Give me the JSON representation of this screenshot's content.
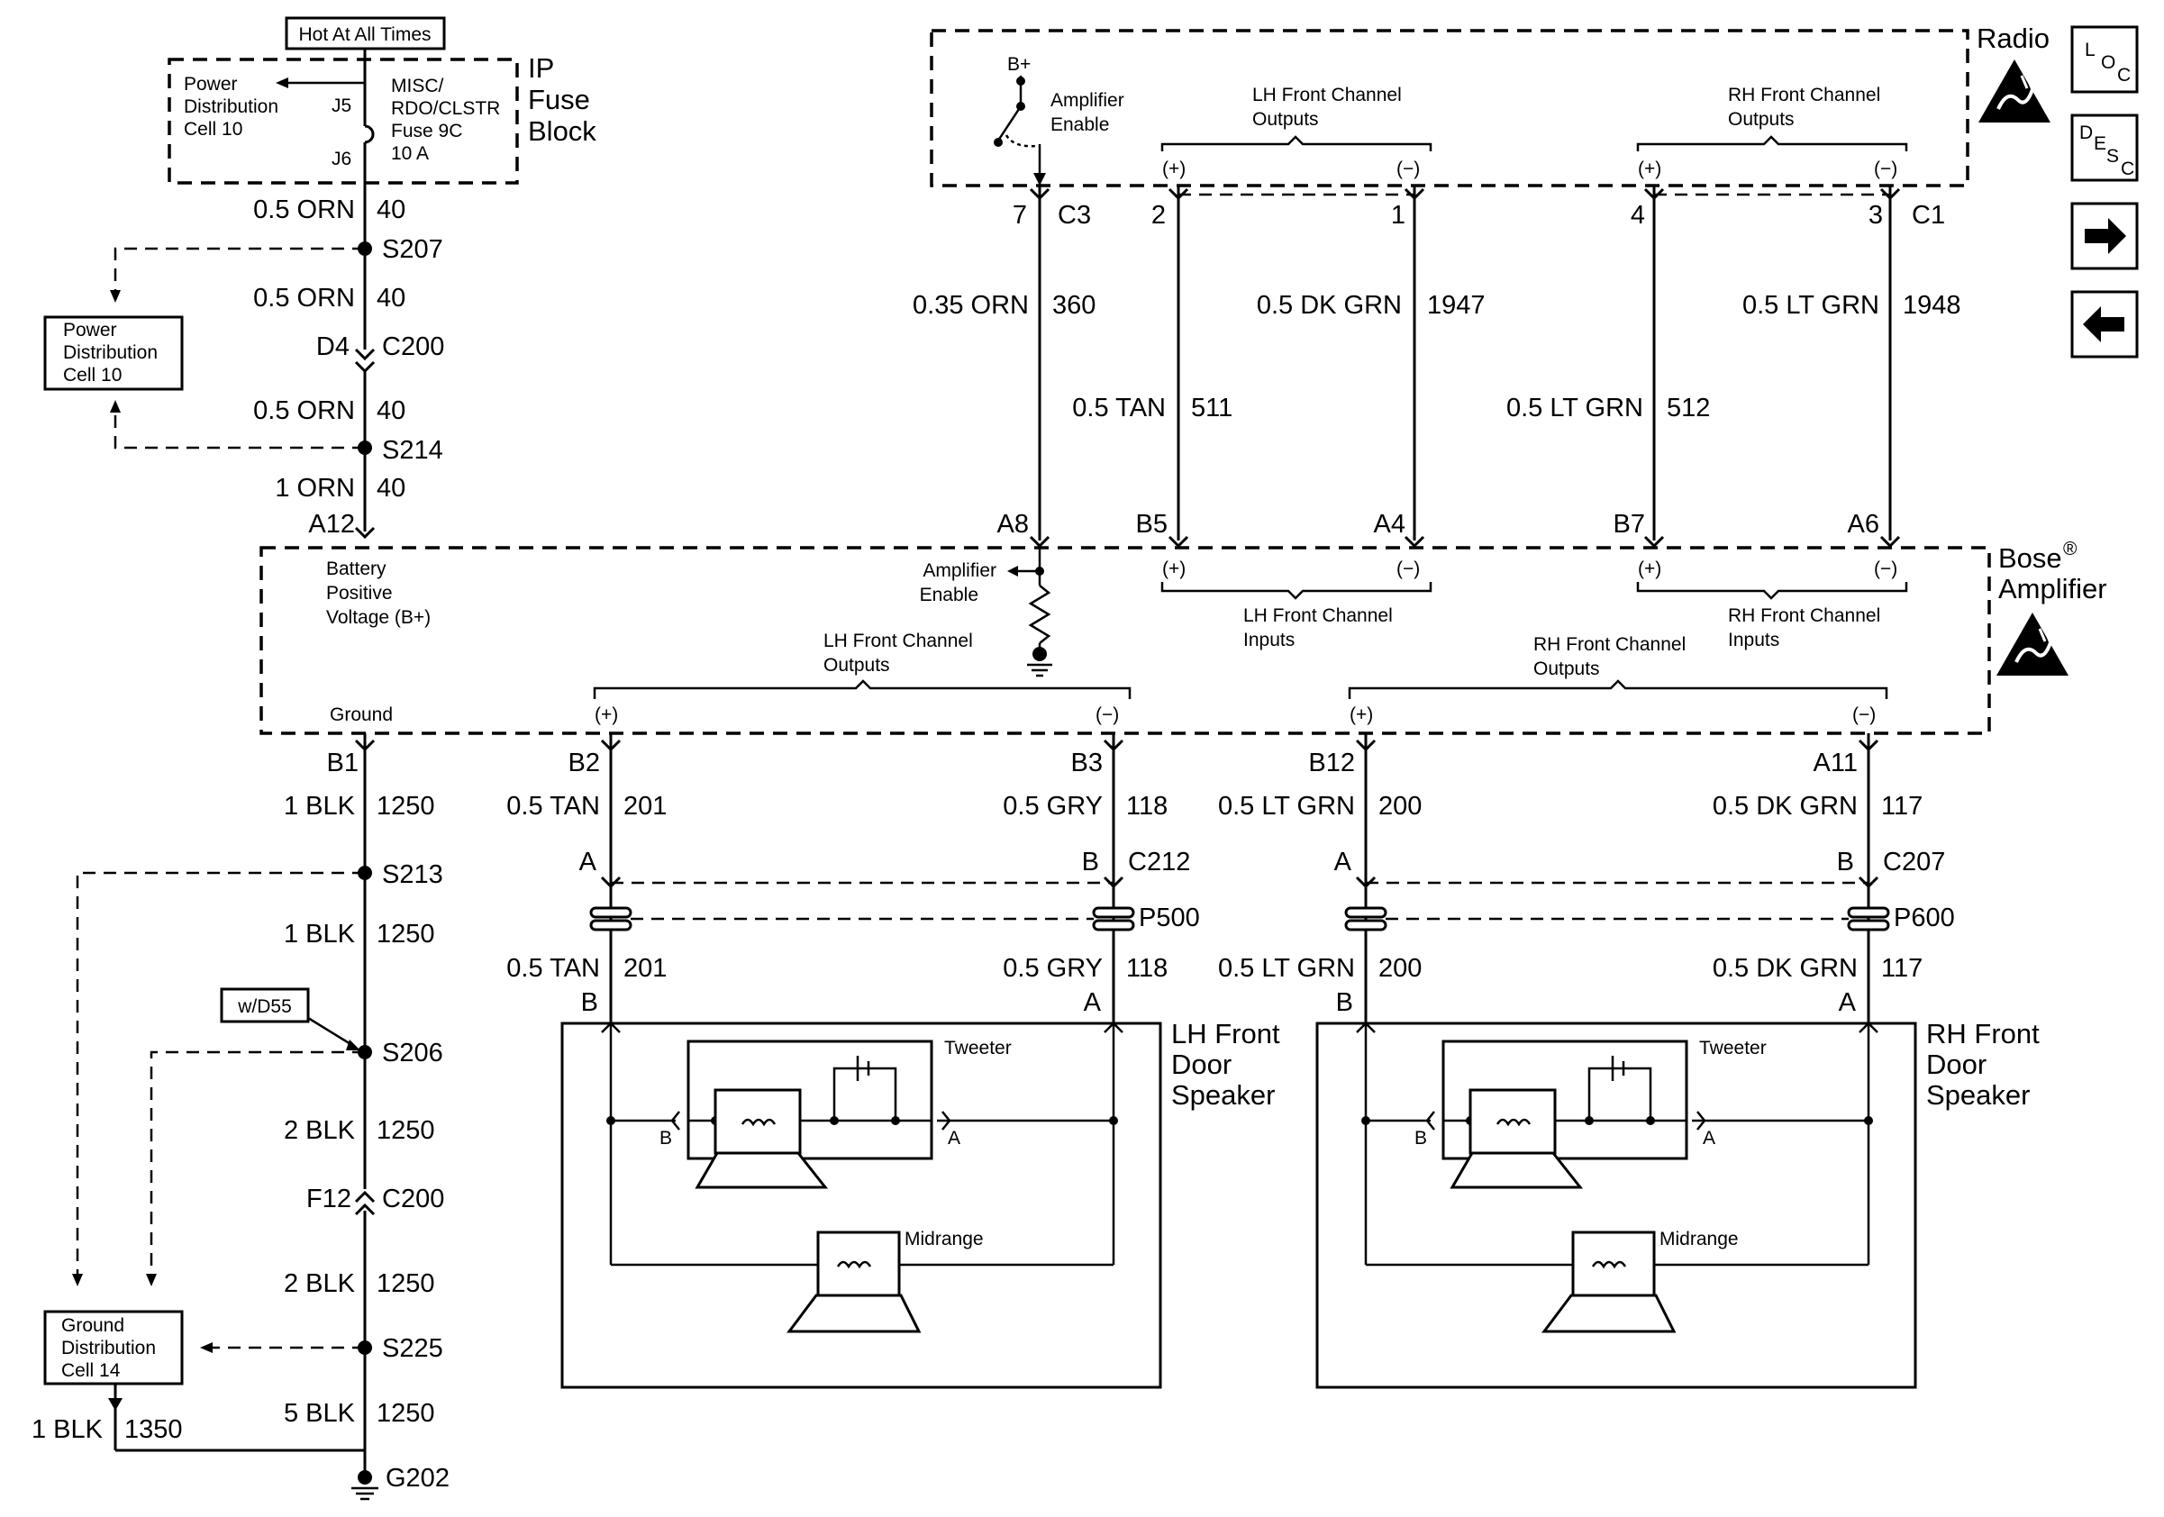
{
  "hot_label": "Hot At All Times",
  "fuse_block": {
    "title_lines": [
      "IP",
      "Fuse",
      "Block"
    ],
    "pdc_lines": [
      "Power",
      "Distribution",
      "Cell 10"
    ],
    "fuse_lines": [
      "MISC/",
      "RDO/CLSTR",
      "Fuse 9C",
      "10 A"
    ],
    "j5": "J5",
    "j6": "J6"
  },
  "left_wiring": {
    "w1": {
      "gauge": "0.5 ORN",
      "circuit": "40"
    },
    "s207": "S207",
    "w2": {
      "gauge": "0.5 ORN",
      "circuit": "40"
    },
    "d4": "D4",
    "c200a": "C200",
    "w3": {
      "gauge": "0.5 ORN",
      "circuit": "40"
    },
    "s214": "S214",
    "w4": {
      "gauge": "1 ORN",
      "circuit": "40"
    },
    "a12": "A12",
    "pdc_box_lines": [
      "Power",
      "Distribution",
      "Cell 10"
    ]
  },
  "radio": {
    "title": "Radio",
    "bplus": "B+",
    "amp_enable_lines": [
      "Amplifier",
      "Enable"
    ],
    "lh_out_lines": [
      "LH Front Channel",
      "Outputs"
    ],
    "rh_out_lines": [
      "RH Front Channel",
      "Outputs"
    ],
    "plus": "(+)",
    "minus": "(−)",
    "pin7": "7",
    "c3": "C3",
    "pin2": "2",
    "pin1": "1",
    "pin4": "4",
    "pin3": "3",
    "c1": "C1"
  },
  "mid_wiring": {
    "w360": {
      "gauge": "0.35 ORN",
      "circuit": "360"
    },
    "w511": {
      "gauge": "0.5 TAN",
      "circuit": "511"
    },
    "w1947": {
      "gauge": "0.5 DK GRN",
      "circuit": "1947"
    },
    "w512": {
      "gauge": "0.5 LT GRN",
      "circuit": "512"
    },
    "w1948": {
      "gauge": "0.5 LT GRN",
      "circuit": "1948"
    }
  },
  "amplifier": {
    "title_line1": "Bose",
    "reg": "®",
    "title_line2": "Amplifier",
    "a8": "A8",
    "b5": "B5",
    "a4": "A4",
    "b7": "B7",
    "a6": "A6",
    "bpv_lines": [
      "Battery",
      "Positive",
      "Voltage (B+)"
    ],
    "amp_enable_lines": [
      "Amplifier",
      "Enable"
    ],
    "lh_in_lines": [
      "LH Front Channel",
      "Inputs"
    ],
    "rh_in_lines": [
      "RH Front Channel",
      "Inputs"
    ],
    "lh_out_lines": [
      "LH Front Channel",
      "Outputs"
    ],
    "rh_out_lines": [
      "RH Front Channel",
      "Outputs"
    ],
    "ground": "Ground",
    "plus": "(+)",
    "minus": "(−)",
    "b1": "B1",
    "b2": "B2",
    "b3": "B3",
    "b12": "B12",
    "a11": "A11"
  },
  "ground_wiring": {
    "w1": {
      "gauge": "1 BLK",
      "circuit": "1250"
    },
    "s213": "S213",
    "w2": {
      "gauge": "1 BLK",
      "circuit": "1250"
    },
    "wd55": "w/D55",
    "s206": "S206",
    "w3": {
      "gauge": "2 BLK",
      "circuit": "1250"
    },
    "f12": "F12",
    "c200": "C200",
    "w4": {
      "gauge": "2 BLK",
      "circuit": "1250"
    },
    "s225": "S225",
    "w5": {
      "gauge": "5 BLK",
      "circuit": "1250"
    },
    "g202": "G202",
    "gdc_lines": [
      "Ground",
      "Distribution",
      "Cell 14"
    ],
    "w1350": {
      "gauge": "1 BLK",
      "circuit": "1350"
    }
  },
  "lh_speaker": {
    "w201": {
      "gauge": "0.5 TAN",
      "circuit": "201"
    },
    "w118": {
      "gauge": "0.5 GRY",
      "circuit": "118"
    },
    "pin_a": "A",
    "pin_b": "B",
    "c212": "C212",
    "p500": "P500",
    "w201b": {
      "gauge": "0.5 TAN",
      "circuit": "201"
    },
    "w118b": {
      "gauge": "0.5 GRY",
      "circuit": "118"
    },
    "pin_b2": "B",
    "pin_a2": "A",
    "title_lines": [
      "LH Front",
      "Door",
      "Speaker"
    ],
    "tweeter": "Tweeter",
    "midrange": "Midrange",
    "tb": "B",
    "ta": "A"
  },
  "rh_speaker": {
    "w200": {
      "gauge": "0.5 LT GRN",
      "circuit": "200"
    },
    "w117": {
      "gauge": "0.5 DK GRN",
      "circuit": "117"
    },
    "pin_a": "A",
    "pin_b": "B",
    "c207": "C207",
    "p600": "P600",
    "w200b": {
      "gauge": "0.5 LT GRN",
      "circuit": "200"
    },
    "w117b": {
      "gauge": "0.5 DK GRN",
      "circuit": "117"
    },
    "pin_b2": "B",
    "pin_a2": "A",
    "title_lines": [
      "RH Front",
      "Door",
      "Speaker"
    ],
    "tweeter": "Tweeter",
    "midrange": "Midrange",
    "tb": "B",
    "ta": "A"
  },
  "nav": {
    "loc": [
      "L",
      "O",
      "C"
    ],
    "desc": [
      "D",
      "E",
      "S",
      "C"
    ],
    "next_icon": "arrow-right-icon",
    "prev_icon": "arrow-left-icon"
  }
}
